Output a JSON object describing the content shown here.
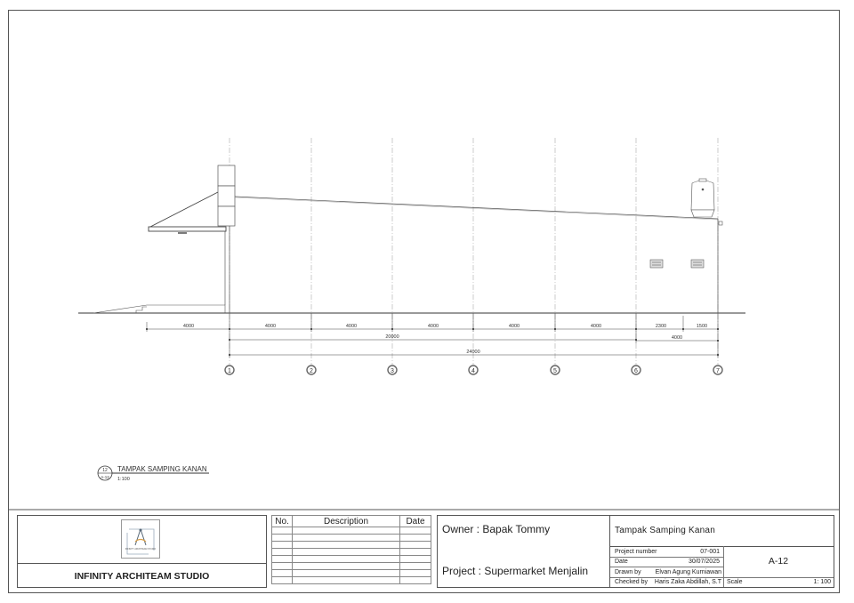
{
  "drawing": {
    "view_title": "TAMPAK SAMPING KANAN",
    "view_scale": "1:100",
    "view_tag_number": "12",
    "view_tag_sheet": "A-12",
    "grid_lines": [
      "1",
      "2",
      "3",
      "4",
      "5",
      "6",
      "7"
    ],
    "dimensions": {
      "row1": [
        "4000",
        "4000",
        "4000",
        "4000",
        "4000",
        "4000",
        "2300",
        "1500"
      ],
      "row2_total": "20000",
      "row2_right": "4000",
      "row3_total": "24000"
    }
  },
  "title_block": {
    "studio": {
      "logo_icon": "compass-logo-icon",
      "logo_caption": "INFINITY ARCHITEAM STUDIO",
      "name": "INFINITY ARCHITEAM STUDIO"
    },
    "revisions": {
      "headers": [
        "No.",
        "Description",
        "Date"
      ],
      "rows": [
        [
          "",
          "",
          ""
        ],
        [
          "",
          "",
          ""
        ],
        [
          "",
          "",
          ""
        ],
        [
          "",
          "",
          ""
        ],
        [
          "",
          "",
          ""
        ],
        [
          "",
          "",
          ""
        ],
        [
          "",
          "",
          ""
        ],
        [
          "",
          "",
          ""
        ]
      ]
    },
    "owner": "Owner : Bapak Tommy",
    "project": "Project : Supermarket Menjalin",
    "sheet_title": "Tampak Samping Kanan",
    "fields": {
      "project_number_label": "Project number",
      "project_number": "07-001",
      "date_label": "Date",
      "date": "30/07/2025",
      "drawn_by_label": "Drawn by",
      "drawn_by": "Elvan Agung Kurniawan",
      "checked_by_label": "Checked by",
      "checked_by": "Haris Zaka Abdillah, S.T",
      "scale_label": "Scale",
      "scale": "1: 100"
    },
    "sheet_number": "A-12"
  }
}
